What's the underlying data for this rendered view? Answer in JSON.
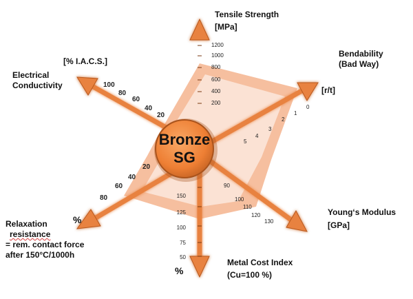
{
  "center": {
    "line1": "Bronze",
    "line2": "SG"
  },
  "colors": {
    "arrow": "#e8823f",
    "arrow_dark": "#b8581d",
    "polygon_fill": "#f2a47a",
    "polygon_strip": "#f5bd96",
    "center_fill": "#f28a3c",
    "center_edge": "#a9531c"
  },
  "axes": {
    "tensile_strength": {
      "title_line1": "Tensile Strength",
      "title_line2": "[MPa]",
      "ticks": [
        "1200",
        "1000",
        "800",
        "600",
        "400",
        "200"
      ]
    },
    "bendability": {
      "title_line1": "Bendability",
      "title_line2": "(Bad Way)",
      "unit": "[r/t]",
      "ticks": [
        "0",
        "1",
        "2",
        "3",
        "4",
        "5"
      ]
    },
    "youngs_modulus": {
      "title_line1": "Young‘s Modulus",
      "title_line2": "[GPa]",
      "ticks": [
        "90",
        "100",
        "110",
        "120",
        "130"
      ]
    },
    "metal_cost_index": {
      "title_line1": "Metal Cost Index",
      "title_line2": "(Cu=100 %)",
      "unit": "%",
      "ticks": [
        "150",
        "125",
        "100",
        "75",
        "50"
      ]
    },
    "relaxation_resistance": {
      "title_line1": "Relaxation",
      "title_line2": "resistance",
      "title_line3": "= rem. contact force",
      "title_line4": "after 150°C/1000h",
      "unit": "%",
      "ticks": [
        "20",
        "40",
        "60",
        "80"
      ]
    },
    "electrical_conductivity": {
      "title_line1": "Electrical",
      "title_line2": "Conductivity",
      "unit": "[% I.A.C.S.]",
      "ticks": [
        "100",
        "80",
        "60",
        "40",
        "20"
      ]
    }
  }
}
